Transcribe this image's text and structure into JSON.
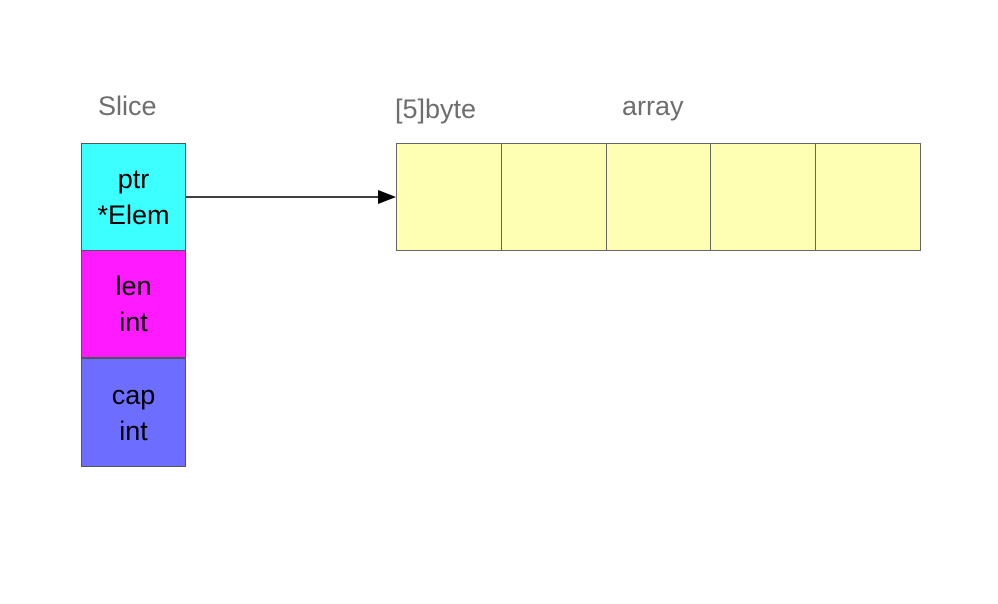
{
  "slice": {
    "title": "Slice",
    "fields": [
      {
        "name": "ptr",
        "type": "*Elem",
        "color": "#3cffff"
      },
      {
        "name": "len",
        "type": "int",
        "color": "#ff1aff"
      },
      {
        "name": "cap",
        "type": "int",
        "color": "#6d6dff"
      }
    ]
  },
  "array": {
    "type_label": "[5]byte",
    "title": "array",
    "cell_count": 5,
    "cell_color": "#ffffb3"
  },
  "arrow_color": "#000000"
}
